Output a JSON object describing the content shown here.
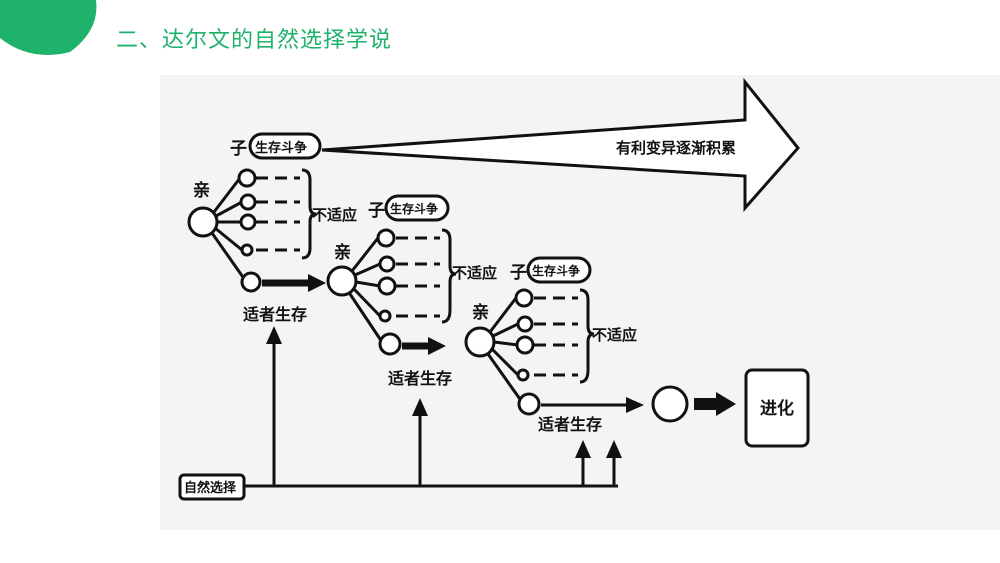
{
  "header": {
    "title": "二、达尔文的自然选择学说",
    "accent_color": "#1fb26b"
  },
  "diagram": {
    "labels": {
      "offspring": "子",
      "struggle": "生存斗争",
      "parent": "亲",
      "unfit": "不适应",
      "survival_of_fittest": "适者生存",
      "accumulation": "有利变异逐渐积累",
      "natural_selection": "自然选择",
      "evolution": "进化"
    },
    "line_color": "#111111"
  }
}
